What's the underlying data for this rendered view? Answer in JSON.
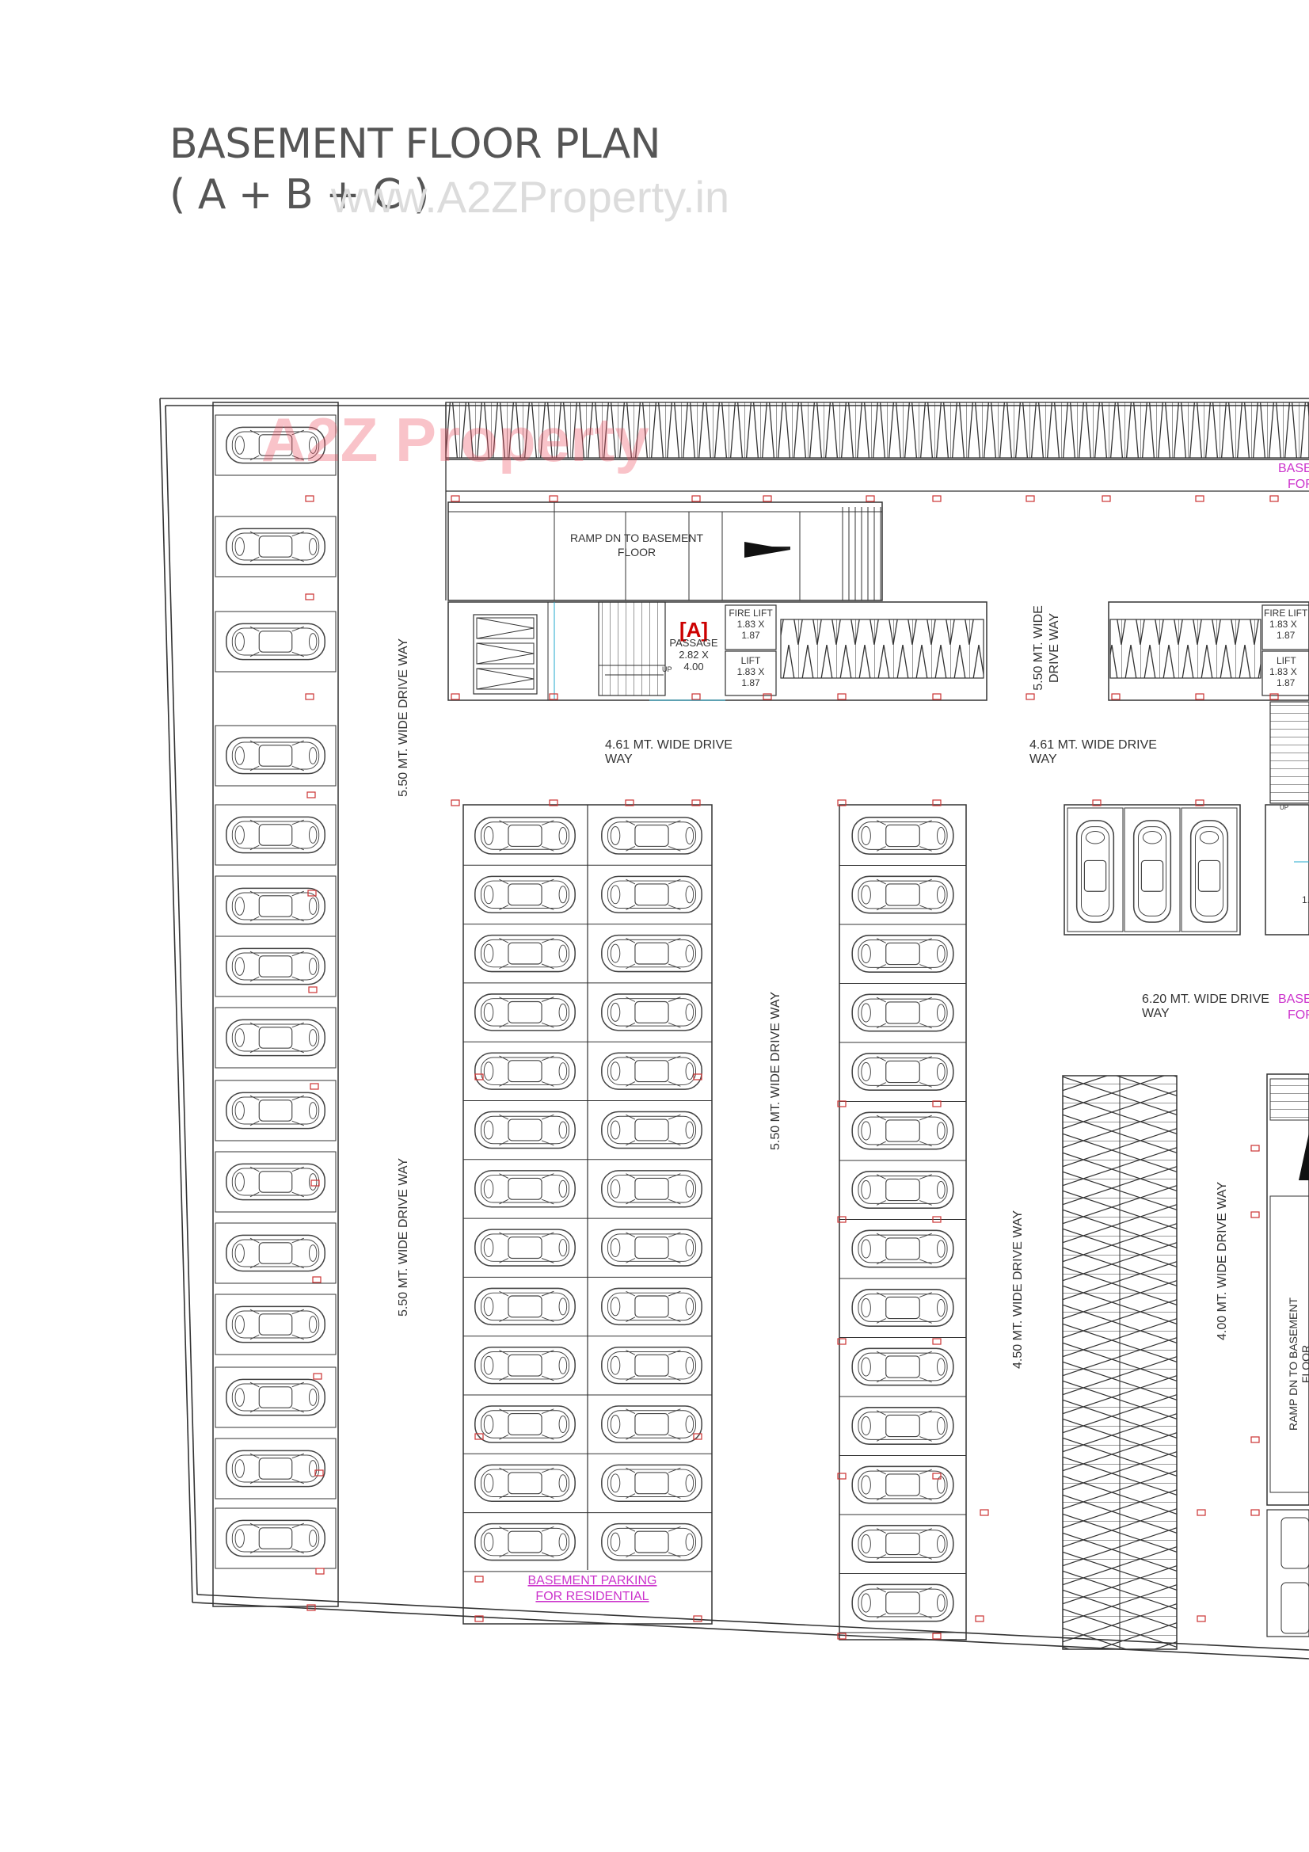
{
  "title": {
    "line1": "BASEMENT FLOOR PLAN",
    "line2": "( A + B + C )"
  },
  "watermark": {
    "url": "www.A2ZProperty.in",
    "logo": "A2Z Property"
  },
  "plan": {
    "ramp_top": [
      "RAMP DN TO BASEMENT",
      "FLOOR"
    ],
    "block_label": "[A]",
    "passage": [
      "PASSAGE",
      "2.82 X",
      "4.00"
    ],
    "up": "UP",
    "fire_lift": [
      "FIRE LIFT",
      "1.83 X",
      "1.87"
    ],
    "lift": [
      "LIFT",
      "1.83 X",
      "1.87"
    ],
    "drive_left_top": "5.50 MT. WIDE DRIVE WAY",
    "drive_left_bottom": "5.50 MT. WIDE DRIVE WAY",
    "drive_mid_vertical": "5.50 MT. WIDE DRIVE WAY",
    "drive_top_vertical": [
      "5.50 MT. WIDE",
      "DRIVE WAY"
    ],
    "drive_h1": [
      "4.61 MT. WIDE DRIVE",
      "WAY"
    ],
    "drive_h2": [
      "4.61 MT. WIDE DRIVE",
      "WAY"
    ],
    "drive_620": [
      "6.20 MT. WIDE DRIVE",
      "WAY"
    ],
    "drive_450": "4.50 MT. WIDE DRIVE WAY",
    "drive_400": "4.00 MT. WIDE DRIVE WAY",
    "ramp_right": [
      "RAMP DN TO BASEMENT",
      "FLOOR"
    ],
    "parking_label": [
      "BASEMENT PARKING",
      "FOR RESIDENTIAL"
    ],
    "parking_label_right_top": [
      "BASE",
      "FOR"
    ],
    "parking_label_right_mid": [
      "BASE",
      "FOR"
    ],
    "cut_fraction": "1."
  },
  "colors": {
    "line": "#333333",
    "column": "#cc3333",
    "label_accent": "#cc33cc",
    "block_label": "#cc0000",
    "title": "#555555"
  }
}
